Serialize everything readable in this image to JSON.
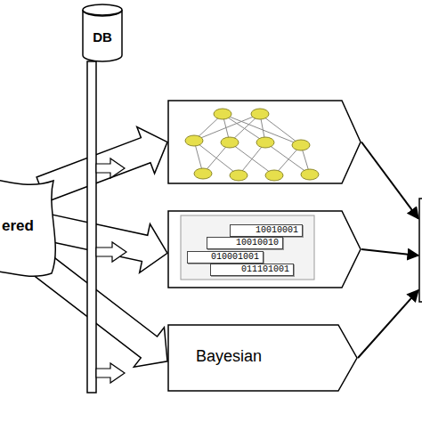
{
  "diagram": {
    "nodes": [
      {
        "text": [
          "DB"
        ]
      },
      {
        "text": [
          "ered"
        ]
      },
      {
        "text": []
      },
      {
        "text": []
      },
      {
        "text": [
          "10010001"
        ],
        "in": 3
      },
      {
        "text": [
          "10010010"
        ],
        "in": 3
      },
      {
        "text": [
          "010001001"
        ],
        "in": 3
      },
      {
        "text": [
          "011101001"
        ],
        "in": 3
      },
      {
        "text": [
          "Bayesian"
        ]
      },
      {
        "text": []
      }
    ],
    "edges": [
      {
        "from": 1,
        "to": 2,
        "arrow": "to"
      },
      {
        "from": 1,
        "to": 3,
        "arrow": "to"
      },
      {
        "from": 1,
        "to": 8,
        "arrow": "to"
      },
      {
        "from": 2,
        "to": 9,
        "arrow": "to"
      },
      {
        "from": 3,
        "to": 9,
        "arrow": "to"
      },
      {
        "from": 8,
        "to": 9,
        "arrow": "to"
      }
    ]
  }
}
